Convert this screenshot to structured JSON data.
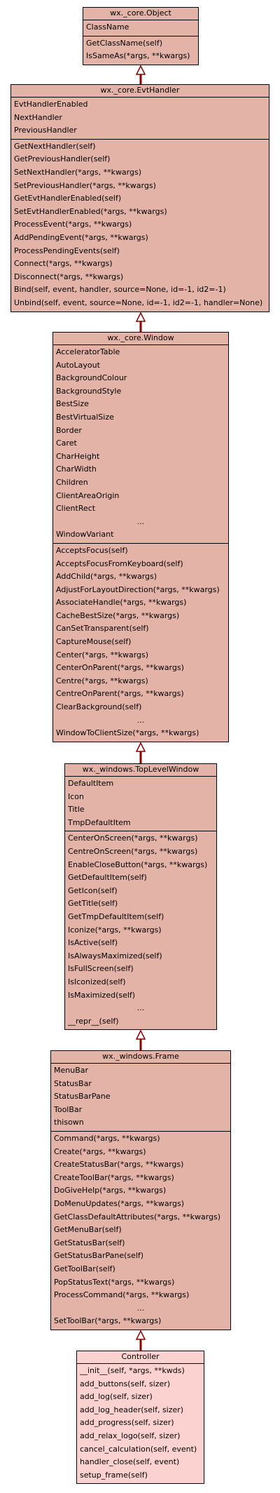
{
  "colors": {
    "base_fill": "#e4b3a7",
    "controller_fill": "#fbd2d0",
    "arrow": "#8b0000",
    "border": "#000000"
  },
  "classes": [
    {
      "id": "object",
      "title": "wx._core.Object",
      "fill": "base",
      "attributes": [
        "ClassName"
      ],
      "methods": [
        "GetClassName(self)",
        "IsSameAs(*args, **kwargs)"
      ]
    },
    {
      "id": "evthandler",
      "title": "wx._core.EvtHandler",
      "fill": "base",
      "attributes": [
        "EvtHandlerEnabled",
        "NextHandler",
        "PreviousHandler"
      ],
      "methods": [
        "GetNextHandler(self)",
        "GetPreviousHandler(self)",
        "SetNextHandler(*args, **kwargs)",
        "SetPreviousHandler(*args, **kwargs)",
        "GetEvtHandlerEnabled(self)",
        "SetEvtHandlerEnabled(*args, **kwargs)",
        "ProcessEvent(*args, **kwargs)",
        "AddPendingEvent(*args, **kwargs)",
        "ProcessPendingEvents(self)",
        "Connect(*args, **kwargs)",
        "Disconnect(*args, **kwargs)",
        "Bind(self, event, handler, source=None, id=-1, id2=-1)",
        "Unbind(self, event, source=None, id=-1, id2=-1, handler=None)"
      ]
    },
    {
      "id": "window",
      "title": "wx._core.Window",
      "fill": "base",
      "attributes": [
        "AcceleratorTable",
        "AutoLayout",
        "BackgroundColour",
        "BackgroundStyle",
        "BestSize",
        "BestVirtualSize",
        "Border",
        "Caret",
        "CharHeight",
        "CharWidth",
        "Children",
        "ClientAreaOrigin",
        "ClientRect",
        "...",
        "WindowVariant"
      ],
      "methods": [
        "AcceptsFocus(self)",
        "AcceptsFocusFromKeyboard(self)",
        "AddChild(*args, **kwargs)",
        "AdjustForLayoutDirection(*args, **kwargs)",
        "AssociateHandle(*args, **kwargs)",
        "CacheBestSize(*args, **kwargs)",
        "CanSetTransparent(self)",
        "CaptureMouse(self)",
        "Center(*args, **kwargs)",
        "CenterOnParent(*args, **kwargs)",
        "Centre(*args, **kwargs)",
        "CentreOnParent(*args, **kwargs)",
        "ClearBackground(self)",
        "...",
        "WindowToClientSize(*args, **kwargs)"
      ]
    },
    {
      "id": "toplevelwindow",
      "title": "wx._windows.TopLevelWindow",
      "fill": "base",
      "attributes": [
        "DefaultItem",
        "Icon",
        "Title",
        "TmpDefaultItem"
      ],
      "methods": [
        "CenterOnScreen(*args, **kwargs)",
        "CentreOnScreen(*args, **kwargs)",
        "EnableCloseButton(*args, **kwargs)",
        "GetDefaultItem(self)",
        "GetIcon(self)",
        "GetTitle(self)",
        "GetTmpDefaultItem(self)",
        "Iconize(*args, **kwargs)",
        "IsActive(self)",
        "IsAlwaysMaximized(self)",
        "IsFullScreen(self)",
        "IsIconized(self)",
        "IsMaximized(self)",
        "...",
        "__repr__(self)"
      ]
    },
    {
      "id": "frame",
      "title": "wx._windows.Frame",
      "fill": "base",
      "attributes": [
        "MenuBar",
        "StatusBar",
        "StatusBarPane",
        "ToolBar",
        "thisown"
      ],
      "methods": [
        "Command(*args, **kwargs)",
        "Create(*args, **kwargs)",
        "CreateStatusBar(*args, **kwargs)",
        "CreateToolBar(*args, **kwargs)",
        "DoGiveHelp(*args, **kwargs)",
        "DoMenuUpdates(*args, **kwargs)",
        "GetClassDefaultAttributes(*args, **kwargs)",
        "GetMenuBar(self)",
        "GetStatusBar(self)",
        "GetStatusBarPane(self)",
        "GetToolBar(self)",
        "PopStatusText(*args, **kwargs)",
        "ProcessCommand(*args, **kwargs)",
        "...",
        "SetToolBar(*args, **kwargs)"
      ]
    },
    {
      "id": "controller",
      "title": "Controller",
      "fill": "controller",
      "attributes": [],
      "methods": [
        "__init__(self, *args, **kwds)",
        "add_buttons(self, sizer)",
        "add_log(self, sizer)",
        "add_log_header(self, sizer)",
        "add_progress(self, sizer)",
        "add_relax_logo(self, sizer)",
        "cancel_calculation(self, event)",
        "handler_close(self, event)",
        "setup_frame(self)"
      ]
    }
  ]
}
